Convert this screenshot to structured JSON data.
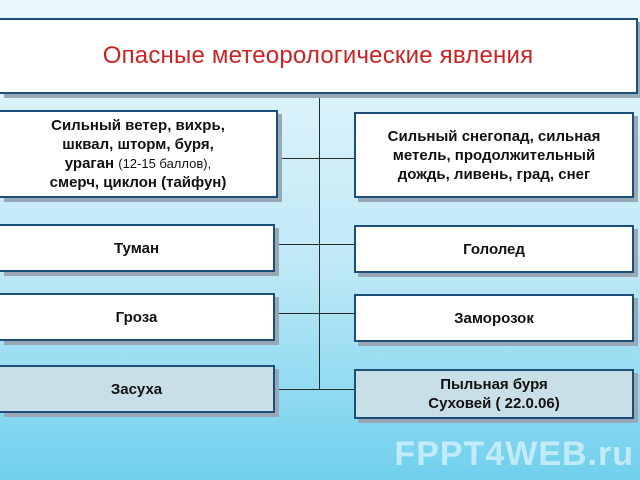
{
  "title": "Опасные метеорологические явления",
  "left": [
    {
      "lines": [
        {
          "parts": [
            {
              "text": "Сильный ветер, вихрь,",
              "small": false
            }
          ]
        },
        {
          "parts": [
            {
              "text": "шквал, шторм, буря,",
              "small": false
            }
          ]
        },
        {
          "parts": [
            {
              "text": "ураган ",
              "small": false
            },
            {
              "text": "(12-15 баллов),",
              "small": true
            }
          ]
        },
        {
          "parts": [
            {
              "text": "смерч, циклон (тайфун)",
              "small": false
            }
          ]
        }
      ]
    },
    {
      "lines": [
        {
          "parts": [
            {
              "text": "Туман",
              "small": false
            }
          ]
        }
      ]
    },
    {
      "lines": [
        {
          "parts": [
            {
              "text": "Гроза",
              "small": false
            }
          ]
        }
      ]
    },
    {
      "lines": [
        {
          "parts": [
            {
              "text": "Засуха",
              "small": false
            }
          ]
        }
      ],
      "shaded": true
    }
  ],
  "right": [
    {
      "lines": [
        {
          "parts": [
            {
              "text": "Сильный снегопад, сильная",
              "small": false
            }
          ]
        },
        {
          "parts": [
            {
              "text": "метель, продолжительный",
              "small": false
            }
          ]
        },
        {
          "parts": [
            {
              "text": "дождь, ливень, град, снег",
              "small": false
            }
          ]
        }
      ]
    },
    {
      "lines": [
        {
          "parts": [
            {
              "text": "Гололед",
              "small": false
            }
          ]
        }
      ]
    },
    {
      "lines": [
        {
          "parts": [
            {
              "text": "Заморозок",
              "small": false
            }
          ]
        }
      ]
    },
    {
      "lines": [
        {
          "parts": [
            {
              "text": "Пыльная буря",
              "small": false
            }
          ]
        },
        {
          "parts": [
            {
              "text": "Суховей ( 22.0.06)",
              "small": false
            }
          ]
        }
      ],
      "shaded": true
    }
  ],
  "watermark": "FPPT4WEB.ru"
}
